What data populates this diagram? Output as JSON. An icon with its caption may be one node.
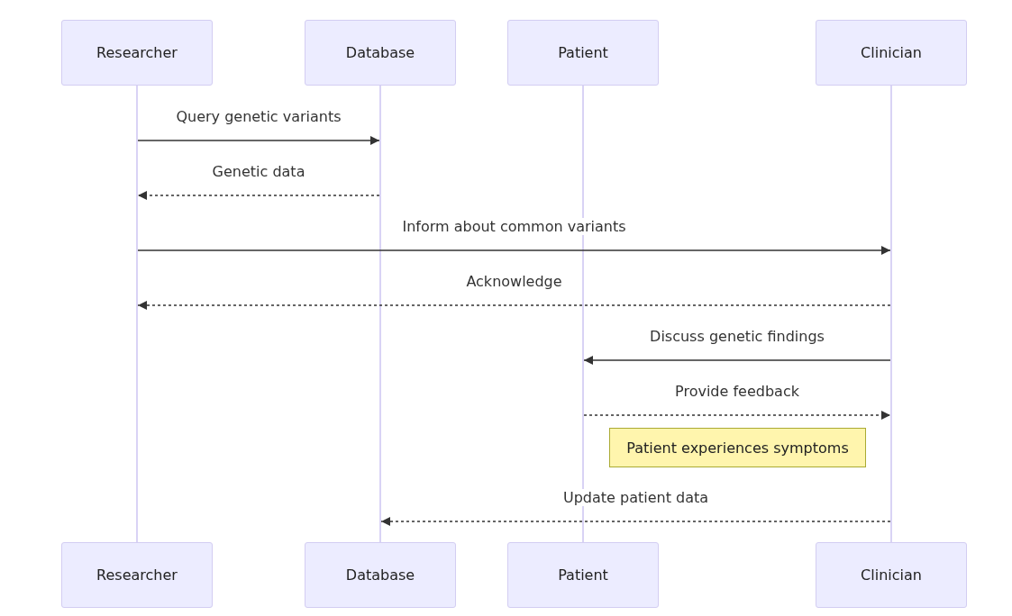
{
  "diagram": {
    "nodes": [
      {
        "text": [
          "Researcher"
        ]
      },
      {
        "text": [
          "Database"
        ]
      },
      {
        "text": [
          "Patient"
        ]
      },
      {
        "text": [
          "Clinician"
        ]
      },
      {
        "text": [],
        "shape": "bar"
      },
      {
        "text": [],
        "shape": "bar"
      },
      {
        "text": [],
        "shape": "bar"
      },
      {
        "text": [],
        "shape": "bar"
      },
      {
        "text": [
          "Patient experiences symptoms"
        ]
      },
      {
        "text": [
          "Researcher"
        ]
      },
      {
        "text": [
          "Database"
        ]
      },
      {
        "text": [
          "Patient"
        ]
      },
      {
        "text": [
          "Clinician"
        ]
      }
    ],
    "edges": [
      {
        "from": 4,
        "to": 5,
        "arrow": "to",
        "label": "Query genetic variants"
      },
      {
        "from": 5,
        "to": 4,
        "arrow": "to",
        "label": "Genetic data",
        "style": "dashed"
      },
      {
        "from": 4,
        "to": 7,
        "arrow": "to",
        "label": "Inform about common variants"
      },
      {
        "from": 7,
        "to": 4,
        "arrow": "to",
        "label": "Acknowledge",
        "style": "dashed"
      },
      {
        "from": 7,
        "to": 6,
        "arrow": "to",
        "label": "Discuss genetic findings"
      },
      {
        "from": 6,
        "to": 7,
        "arrow": "to",
        "label": "Provide feedback",
        "style": "dashed"
      },
      {
        "from": 7,
        "to": 5,
        "arrow": "to",
        "label": "Update patient data",
        "style": "dashed"
      }
    ]
  }
}
